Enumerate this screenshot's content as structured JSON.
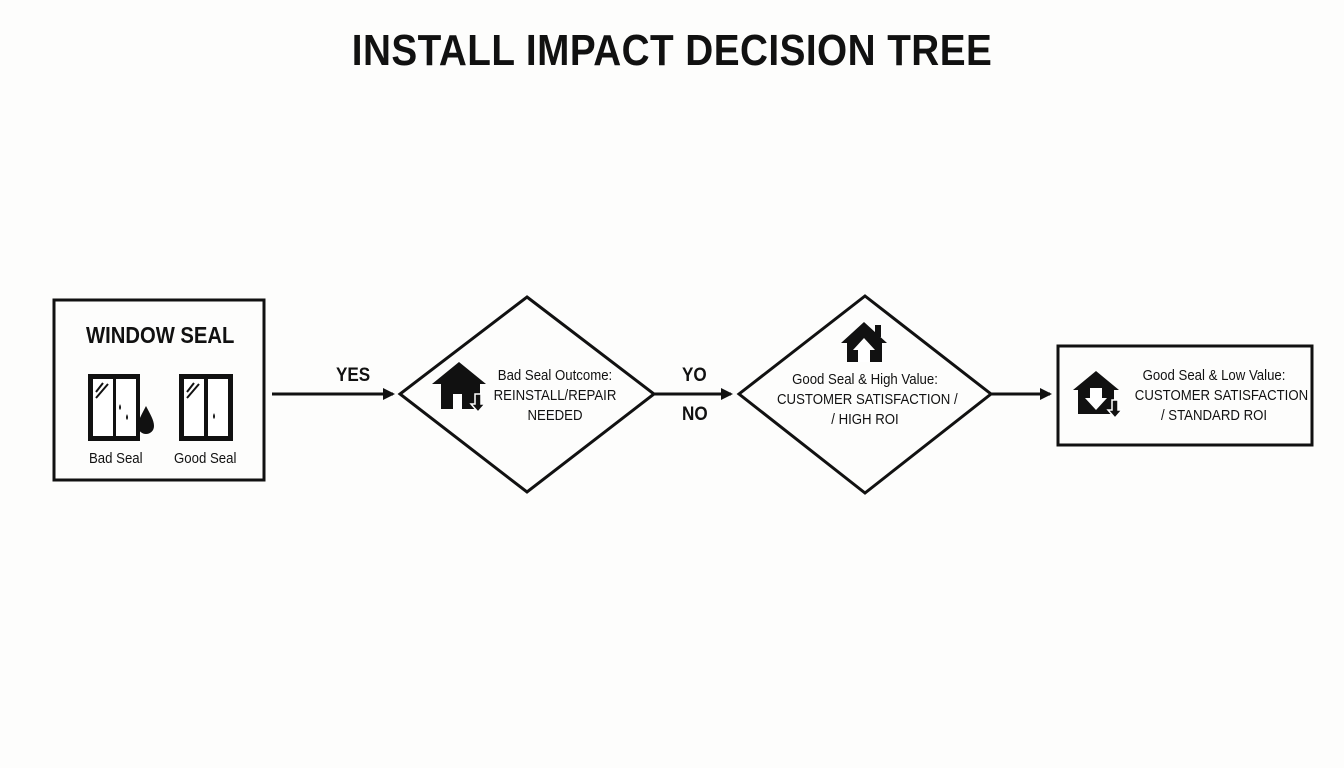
{
  "title": "INSTALL IMPACT DECISION TREE",
  "start": {
    "title": "WINDOW SEAL",
    "bad_label": "Bad Seal",
    "good_label": "Good Seal",
    "icons": [
      "window-with-water-drop-icon",
      "clean-window-icon"
    ]
  },
  "edges": {
    "yes": "YES",
    "yo": "YO",
    "no": "NO"
  },
  "node_bad": {
    "line1": "Bad Seal Outcome:",
    "line2": "REINSTALL/REPAIR",
    "line3": "NEEDED",
    "icon": "house-down-arrow-icon"
  },
  "node_high": {
    "line1": "Good Seal & High Value:",
    "line2": "CUSTOMER SATISFACTION /",
    "line3": "/ HIGH ROI",
    "icon": "house-up-arrow-icon"
  },
  "node_low": {
    "line1": "Good Seal & Low Value:",
    "line2": "CUSTOMER SATISFACTION",
    "line3": "/ STANDARD ROI",
    "icon": "house-down-arrow-icon"
  }
}
